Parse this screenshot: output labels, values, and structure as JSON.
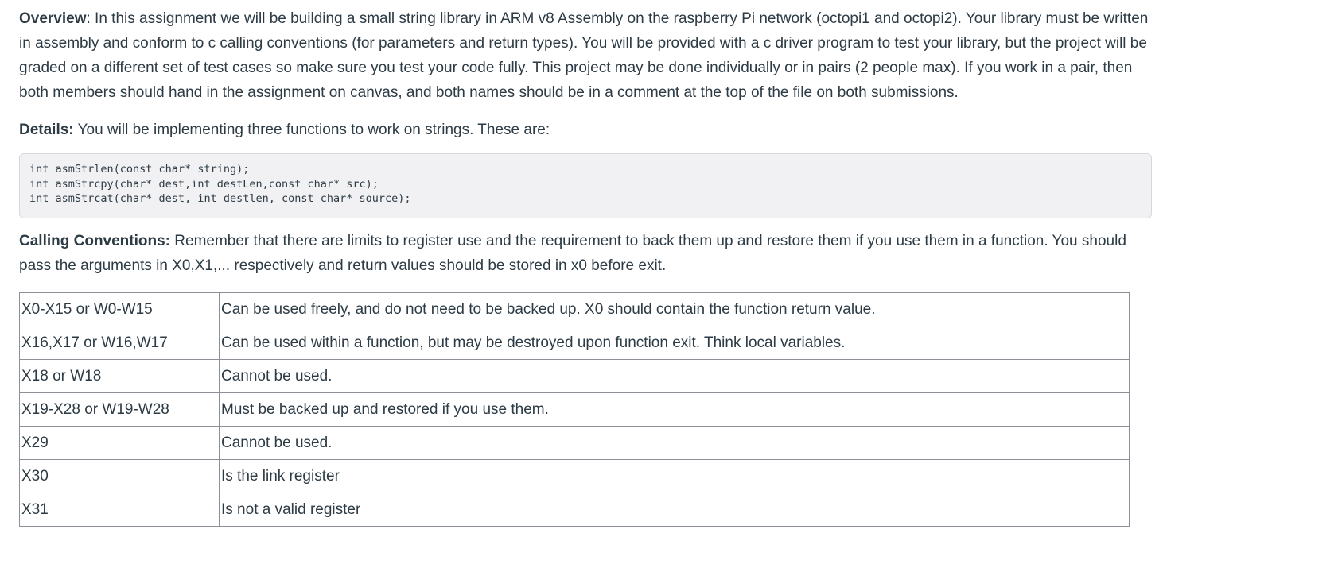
{
  "overview": {
    "label": "Overview",
    "text": ": In this assignment we will be building a small string library in ARM v8 Assembly on the raspberry Pi network (octopi1 and octopi2).  Your library must be written in assembly and conform to c calling conventions (for parameters and return types).  You will be provided with a c driver program to test your library, but the project will be graded on a different set of test cases so make sure you test your code fully.  This project may be done individually or in pairs (2 people max).  If you work in a pair, then both members should hand in the assignment on canvas, and both names should be in a comment at the top of the file on both submissions."
  },
  "details": {
    "label": "Details:",
    "text": " You will be implementing three functions to work on strings. These are:"
  },
  "code": {
    "lines": [
      "int asmStrlen(const char* string);",
      "int asmStrcpy(char* dest,int destLen,const char* src);",
      "int asmStrcat(char* dest, int destlen, const char* source);"
    ]
  },
  "calling": {
    "label": "Calling Conventions:",
    "text": "  Remember that there are limits to register use and the requirement to back them up and restore them if you use them in a function.  You should pass the arguments in X0,X1,... respectively and return values should be stored in x0 before exit."
  },
  "registers": {
    "rows": [
      {
        "reg": "X0-X15 or W0-W15",
        "desc": "Can be used freely, and do not need to be backed up.  X0 should contain the function return value."
      },
      {
        "reg": "X16,X17  or W16,W17",
        "desc": "Can be used within a function, but may be destroyed upon function exit.  Think local variables."
      },
      {
        "reg": "X18 or W18",
        "desc": "Cannot be used."
      },
      {
        "reg": "X19-X28 or W19-W28",
        "desc": "Must be backed up and restored if you use them."
      },
      {
        "reg": "X29",
        "desc": "Cannot be used."
      },
      {
        "reg": "X30",
        "desc": "Is the link register"
      },
      {
        "reg": "X31",
        "desc": "Is not a valid register"
      }
    ]
  }
}
